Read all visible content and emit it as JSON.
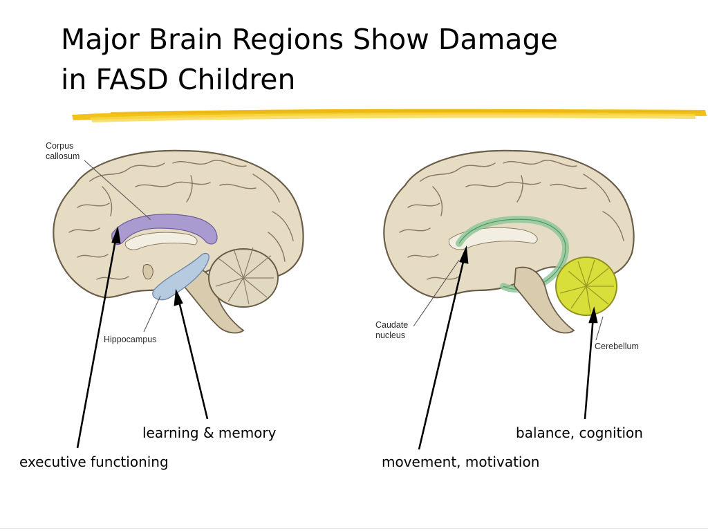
{
  "slide": {
    "title_line1": "Major Brain Regions Show Damage",
    "title_line2": "in FASD Children",
    "underline_color": "#f2c21b"
  },
  "left_brain": {
    "label_corpus_line1": "Corpus",
    "label_corpus_line2": "callosum",
    "label_hippocampus": "Hippocampus",
    "highlight_colors": {
      "corpus_callosum": "#a99bd0",
      "hippocampus": "#b7cbe0"
    }
  },
  "right_brain": {
    "label_caudate_line1": "Caudate",
    "label_caudate_line2": "nucleus",
    "label_cerebellum": "Cerebellum",
    "highlight_colors": {
      "caudate_nucleus": "#8fc79a",
      "cerebellum": "#d9df3a"
    }
  },
  "captions": {
    "learning_memory": "learning & memory",
    "executive_functioning": "executive functioning",
    "balance_cognition": "balance, cognition",
    "movement_motivation": "movement, motivation"
  },
  "colors": {
    "brain_fill": "#e6dcc4",
    "brain_outline": "#6b5e48",
    "cerebellum_fill": "#e1d8c2"
  }
}
